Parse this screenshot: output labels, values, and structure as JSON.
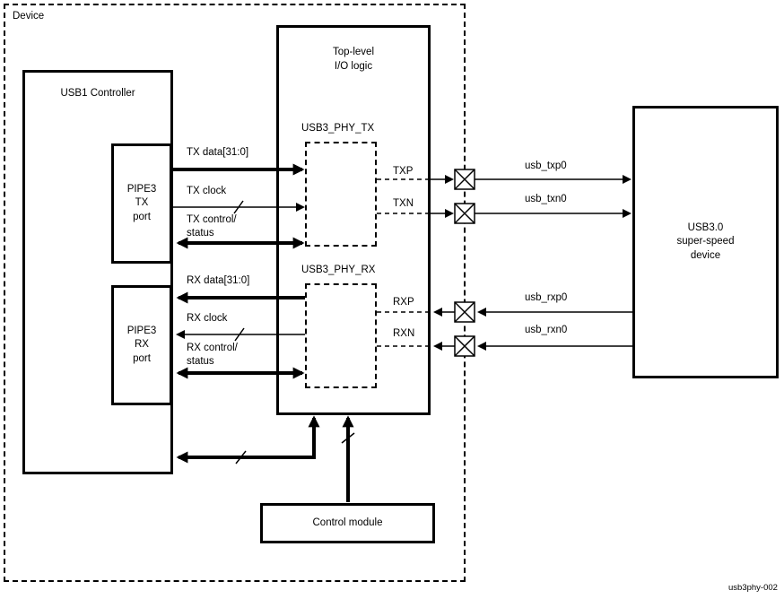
{
  "blocks": {
    "device": "Device",
    "usb1_controller": "USB1 Controller",
    "pipe3_tx_port": "PIPE3\nTX\nport",
    "pipe3_rx_port": "PIPE3\nRX\nport",
    "top_level_io": "Top-level\nI/O logic",
    "usb3_phy_tx": "USB3_PHY_TX",
    "usb3_phy_rx": "USB3_PHY_RX",
    "control_module": "Control module",
    "usb3_device": "USB3.0\nsuper-speed\ndevice"
  },
  "signals": {
    "tx_data": "TX data[31:0]",
    "tx_clock": "TX clock",
    "tx_control": "TX control/\nstatus",
    "rx_data": "RX data[31:0]",
    "rx_clock": "RX clock",
    "rx_control": "RX control/\nstatus",
    "txp": "TXP",
    "txn": "TXN",
    "rxp": "RXP",
    "rxn": "RXN",
    "usb_txp0": "usb_txp0",
    "usb_txn0": "usb_txn0",
    "usb_rxp0": "usb_rxp0",
    "usb_rxn0": "usb_rxn0"
  },
  "footer": {
    "figure_id": "usb3phy-002"
  },
  "colors": {
    "line": "#000000",
    "background": "#ffffff"
  }
}
